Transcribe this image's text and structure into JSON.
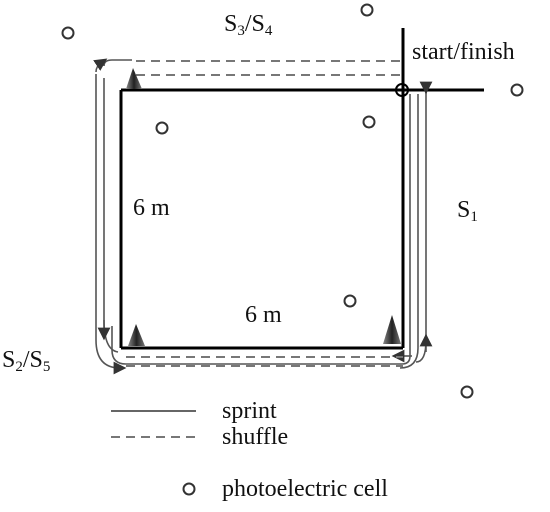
{
  "labels": {
    "s3_s4": {
      "base1": "S",
      "sub1": "3",
      "sep": "/",
      "base2": "S",
      "sub2": "4"
    },
    "s2_s5": {
      "base1": "S",
      "sub1": "2",
      "sep": "/",
      "base2": "S",
      "sub2": "5"
    },
    "s1": {
      "base": "S",
      "sub": "1"
    },
    "start_finish": "start/finish",
    "side_vertical": "6 m",
    "side_horizontal": "6 m"
  },
  "legend": {
    "sprint": "sprint",
    "shuffle": "shuffle",
    "photoelectric_cell": "photoelectric cell"
  },
  "colors": {
    "course": "#000000",
    "sprint_path": "#555555",
    "shuffle_path": "#777777",
    "cone": "#444444"
  }
}
